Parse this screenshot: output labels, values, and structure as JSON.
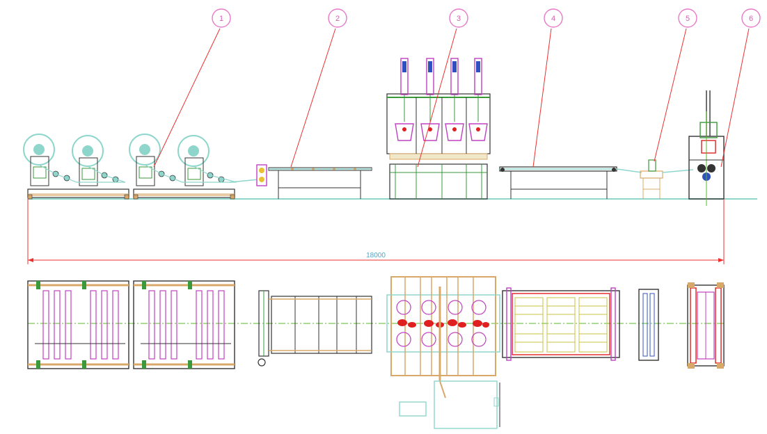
{
  "callouts": [
    {
      "number": "1"
    },
    {
      "number": "2"
    },
    {
      "number": "3"
    },
    {
      "number": "4"
    },
    {
      "number": "5"
    },
    {
      "number": "6"
    }
  ],
  "dimension": {
    "overall_length": "18000"
  },
  "colors": {
    "callout": "#e878c8",
    "leader": "#ee3030",
    "frame": "#333333",
    "conveyor": "#8ed6cc",
    "axis": "#5ab82a",
    "magenta": "#c040c0",
    "tan": "#d8a868",
    "red_fill": "#e02020",
    "blue": "#3050c0"
  }
}
